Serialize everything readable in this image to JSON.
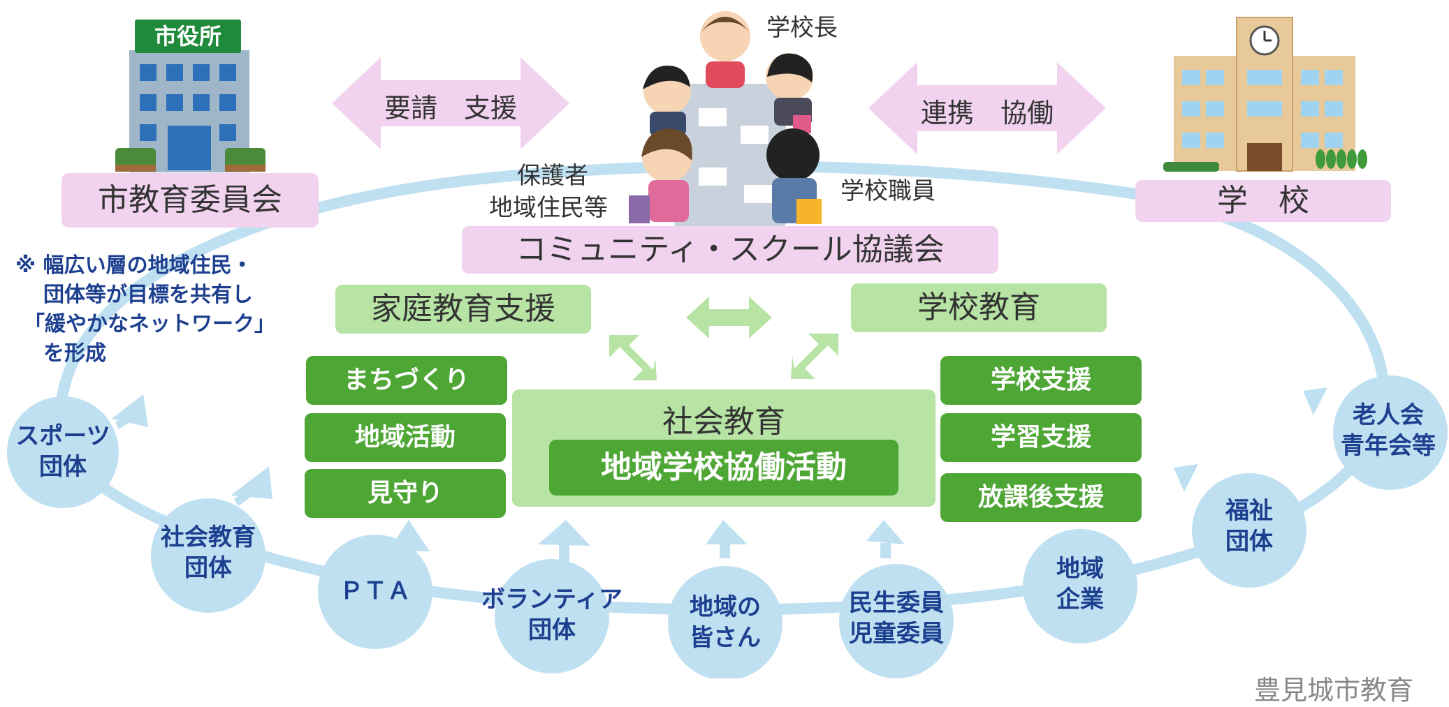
{
  "city_hall": {
    "sign": "市役所",
    "label": "市教育委員会"
  },
  "school": {
    "label": "学　校"
  },
  "arrows": {
    "left": "要請　支援",
    "right": "連携　協働"
  },
  "meeting": {
    "principal": "学校長",
    "guardians_line1": "保護者",
    "guardians_line2": "地域住民等",
    "staff": "学校職員"
  },
  "council": "コミュニティ・スクール協議会",
  "home_education": "家庭教育支援",
  "school_education": "学校教育",
  "note": {
    "line1": "※ 幅広い層の地域住民・",
    "line2": "団体等が目標を共有し",
    "line3": "「緩やかなネットワーク」",
    "line4": "を形成"
  },
  "left_activities": [
    "まちづくり",
    "地域活動",
    "見守り"
  ],
  "right_activities": [
    "学校支援",
    "学習支援",
    "放課後支援"
  ],
  "social_education": {
    "title": "社会教育",
    "subtitle": "地域学校協働活動"
  },
  "orgs": {
    "sports": [
      "スポーツ",
      "団体"
    ],
    "social": [
      "社会教育",
      "団体"
    ],
    "pta": [
      "ＰＴＡ"
    ],
    "volunteer": [
      "ボランティア",
      "団体"
    ],
    "community": [
      "地域の",
      "皆さん"
    ],
    "welfare_commissioner": [
      "民生委員",
      "児童委員"
    ],
    "business": [
      "地域",
      "企業"
    ],
    "welfare": [
      "福祉",
      "団体"
    ],
    "elderly": [
      "老人会",
      "青年会等"
    ]
  },
  "footer_fragment": "豊見城市教育",
  "colors": {
    "pink": "#f1d3ef",
    "light_green": "#b7e3a4",
    "dark_green": "#4ea635",
    "circle": "#bfe0f1",
    "navy": "#1c3f8f"
  }
}
